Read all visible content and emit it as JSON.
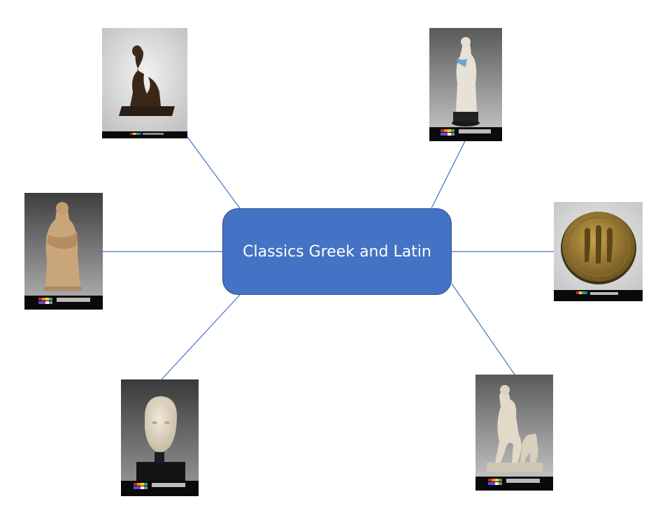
{
  "diagram": {
    "center_label": "Classics Greek and Latin",
    "colors": {
      "node_fill": "#4472c4",
      "node_border": "#2f528f",
      "connector": "#4472c4",
      "label": "#ffffff"
    },
    "images": [
      {
        "id": "img-spinario",
        "name": "bronze-seated-boy-statuette-photo"
      },
      {
        "id": "img-terracotta-woman",
        "name": "terracotta-woman-statuette-photo"
      },
      {
        "id": "img-draped-woman",
        "name": "draped-woman-figurine-photo"
      },
      {
        "id": "img-mirror",
        "name": "gilded-relief-mirror-disk-photo"
      },
      {
        "id": "img-marble-head",
        "name": "marble-head-photo"
      },
      {
        "id": "img-huntress",
        "name": "marble-huntress-with-dog-photo"
      }
    ]
  }
}
